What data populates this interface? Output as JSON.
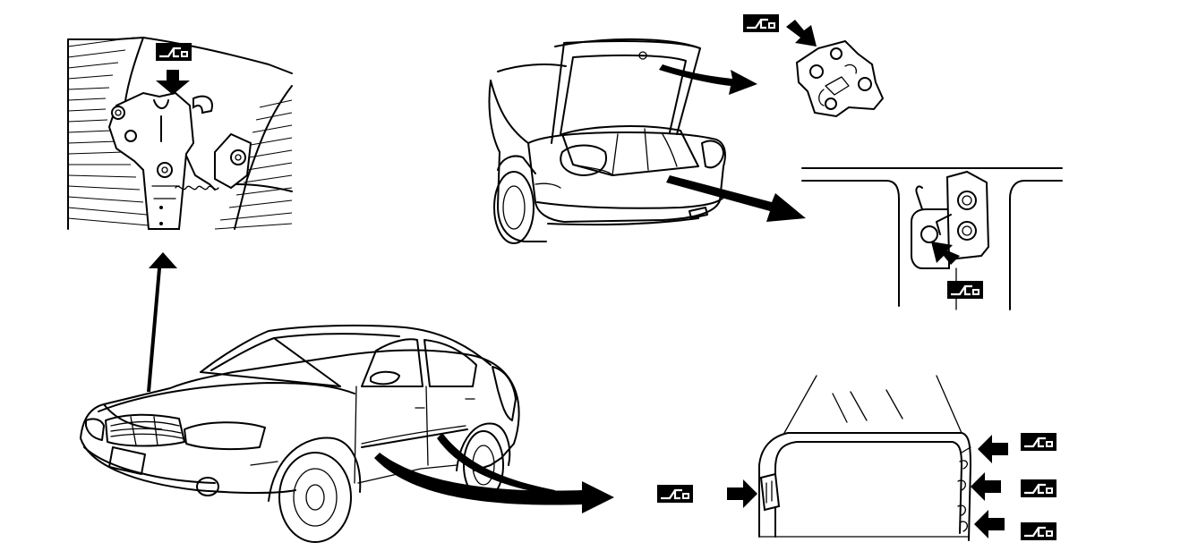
{
  "diagram": {
    "symbol_icon": "grease-application-symbol",
    "views": [
      {
        "id": "hood-lock",
        "grease_points": 1
      },
      {
        "id": "trunk-lid-hinge",
        "grease_points": 1
      },
      {
        "id": "trunk-lid-lock",
        "grease_points": 1
      },
      {
        "id": "door-hinges-and-check",
        "grease_points": 4
      }
    ],
    "line_color": "#000000",
    "background_color": "#ffffff"
  }
}
